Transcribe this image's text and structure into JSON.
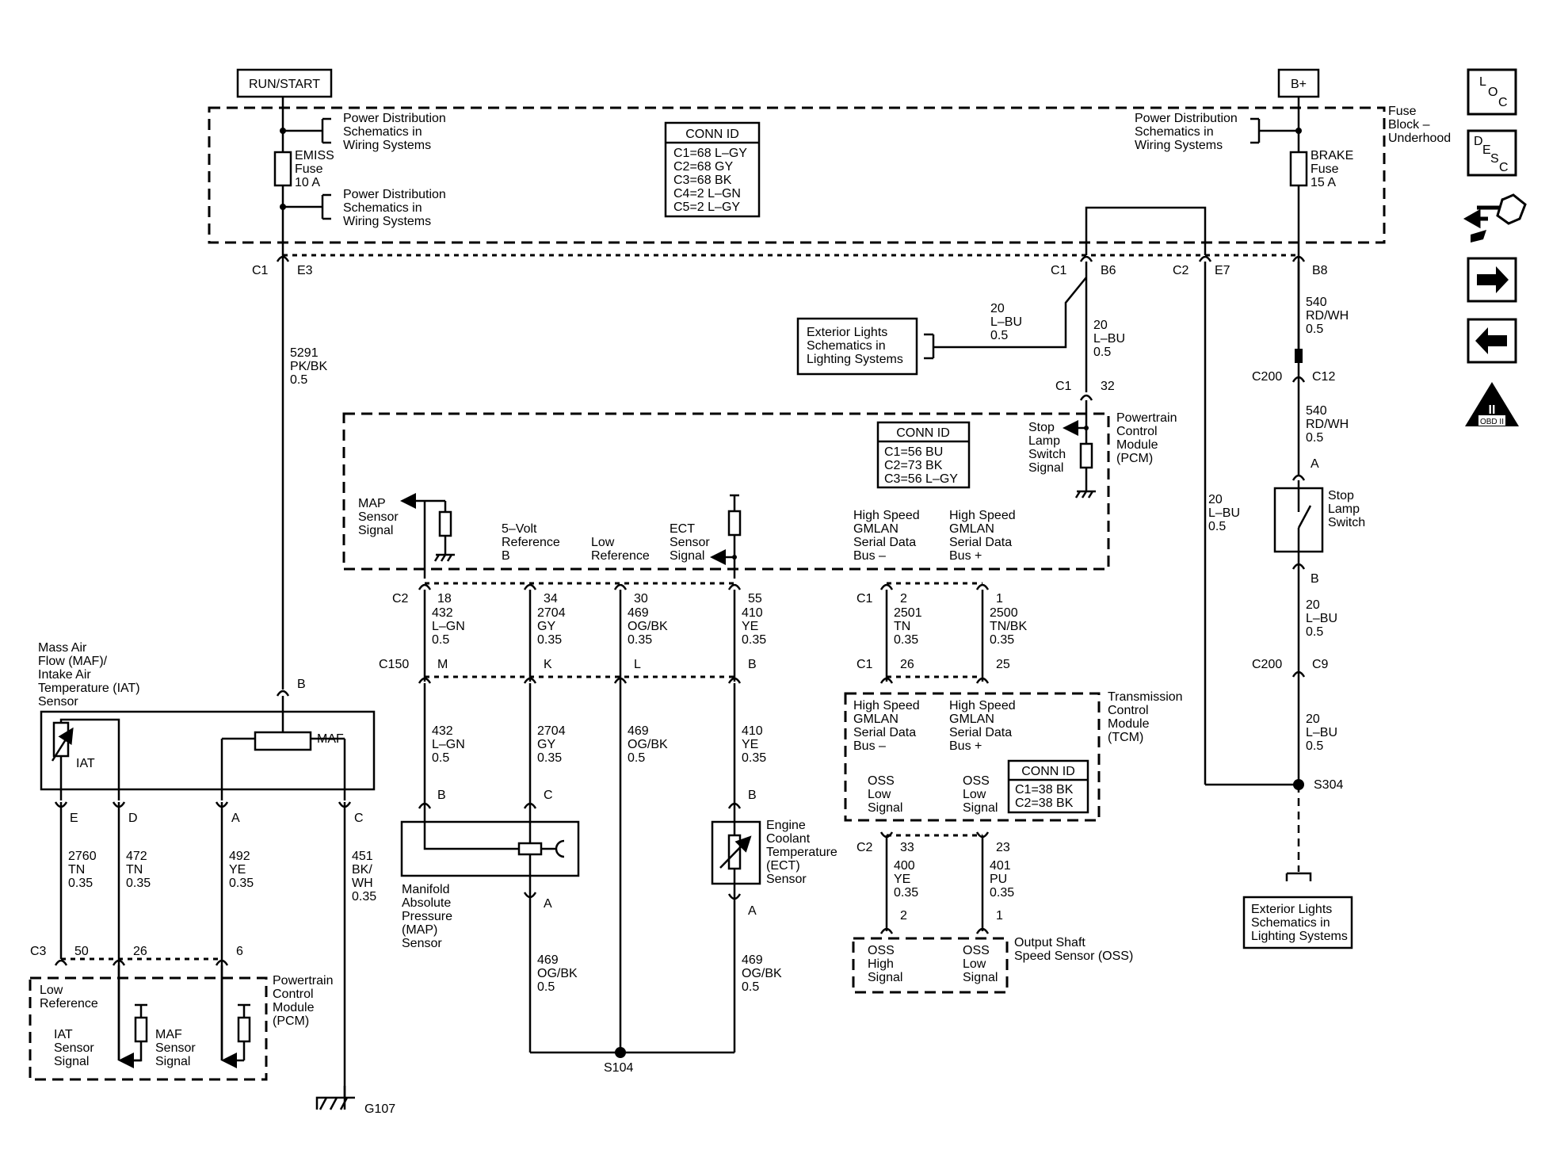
{
  "power": {
    "run_start": "RUN/START",
    "b_plus": "B+"
  },
  "fuse_block": {
    "title": [
      "Fuse",
      "Block –",
      "Underhood"
    ],
    "conn_id": {
      "title": "CONN ID",
      "lines": [
        "C1=68 L–GY",
        "C2=68 GY",
        "C3=68 BK",
        "C4=2 L–GN",
        "C5=2 L–GY"
      ]
    },
    "pd_ref_1": [
      "Power Distribution",
      "Schematics in",
      "Wiring Systems"
    ],
    "pd_ref_2": [
      "Power Distribution",
      "Schematics in",
      "Wiring Systems"
    ],
    "pd_ref_3": [
      "Power Distribution",
      "Schematics in",
      "Wiring Systems"
    ],
    "emiss_fuse": [
      "EMISS",
      "Fuse",
      "10 A"
    ],
    "brake_fuse": [
      "BRAKE",
      "Fuse",
      "15 A"
    ]
  },
  "connectors": {
    "c1": "C1",
    "e3": "E3",
    "b6": "B6",
    "c2": "C2",
    "e7": "E7",
    "b8": "B8",
    "c200a": "C200",
    "c12": "C12",
    "c200b": "C200",
    "c9": "C9",
    "c1_32": "C1",
    "pin32": "32",
    "c3": "C3",
    "c150": "C150",
    "s104": "S104",
    "s304": "S304",
    "g107": "G107"
  },
  "wires": {
    "w5291": [
      "5291",
      "PK/BK",
      "0.5"
    ],
    "w20a": [
      "20",
      "L–BU",
      "0.5"
    ],
    "w20b": [
      "20",
      "L–BU",
      "0.5"
    ],
    "w540a": [
      "540",
      "RD/WH",
      "0.5"
    ],
    "w540b": [
      "540",
      "RD/WH",
      "0.5"
    ],
    "w20c": [
      "20",
      "L–BU",
      "0.5"
    ],
    "w20d": [
      "20",
      "L–BU",
      "0.5"
    ],
    "w20e": [
      "20",
      "L–BU",
      "0.5"
    ],
    "w432a": [
      "432",
      "L–GN",
      "0.5"
    ],
    "w2704a": [
      "2704",
      "GY",
      "0.35"
    ],
    "w469a": [
      "469",
      "OG/BK",
      "0.35"
    ],
    "w410a": [
      "410",
      "YE",
      "0.35"
    ],
    "w432b": [
      "432",
      "L–GN",
      "0.5"
    ],
    "w2704b": [
      "2704",
      "GY",
      "0.35"
    ],
    "w469b": [
      "469",
      "OG/BK",
      "0.5"
    ],
    "w410b": [
      "410",
      "YE",
      "0.35"
    ],
    "w469c": [
      "469",
      "OG/BK",
      "0.5"
    ],
    "w469d": [
      "469",
      "OG/BK",
      "0.5"
    ],
    "w2501": [
      "2501",
      "TN",
      "0.35"
    ],
    "w2500": [
      "2500",
      "TN/BK",
      "0.35"
    ],
    "w400": [
      "400",
      "YE",
      "0.35"
    ],
    "w401": [
      "401",
      "PU",
      "0.35"
    ],
    "w2760": [
      "2760",
      "TN",
      "0.35"
    ],
    "w472": [
      "472",
      "TN",
      "0.35"
    ],
    "w492": [
      "492",
      "YE",
      "0.35"
    ],
    "w451": [
      "451",
      "BK/",
      "WH",
      "0.35"
    ]
  },
  "ext_lights_1": [
    "Exterior Lights",
    "Schematics in",
    "Lighting Systems"
  ],
  "ext_lights_2": [
    "Exterior Lights",
    "Schematics in",
    "Lighting Systems"
  ],
  "pcm_top": {
    "title": [
      "Powertrain",
      "Control",
      "Module",
      "(PCM)"
    ],
    "conn_id": {
      "title": "CONN ID",
      "lines": [
        "C1=56 BU",
        "C2=73 BK",
        "C3=56 L–GY"
      ]
    },
    "stop_lamp": [
      "Stop",
      "Lamp",
      "Switch",
      "Signal"
    ],
    "map_signal": [
      "MAP",
      "Sensor",
      "Signal"
    ],
    "five_volt": [
      "5–Volt",
      "Reference",
      "B"
    ],
    "low_ref": [
      "Low",
      "Reference"
    ],
    "ect_signal": [
      "ECT",
      "Sensor",
      "Signal"
    ],
    "hs_minus": [
      "High Speed",
      "GMLAN",
      "Serial Data",
      "Bus –"
    ],
    "hs_plus": [
      "High Speed",
      "GMLAN",
      "Serial Data",
      "Bus +"
    ]
  },
  "tcm": {
    "title": [
      "Transmission",
      "Control",
      "Module",
      "(TCM)"
    ],
    "hs_minus": [
      "High Speed",
      "GMLAN",
      "Serial Data",
      "Bus –"
    ],
    "hs_plus": [
      "High Speed",
      "GMLAN",
      "Serial Data",
      "Bus +"
    ],
    "oss_a": [
      "OSS",
      "Low",
      "Signal"
    ],
    "oss_b": [
      "OSS",
      "Low",
      "Signal"
    ],
    "conn_id": {
      "title": "CONN ID",
      "lines": [
        "C1=38 BK",
        "C2=38 BK"
      ]
    }
  },
  "oss_sensor": {
    "title": [
      "Output Shaft",
      "Speed Sensor (OSS)"
    ],
    "high": [
      "OSS",
      "High",
      "Signal"
    ],
    "low": [
      "OSS",
      "Low",
      "Signal"
    ]
  },
  "stop_lamp_switch": [
    "Stop",
    "Lamp",
    "Switch"
  ],
  "maf": {
    "title": [
      "Mass Air",
      "Flow (MAF)/",
      "Intake Air",
      "Temperature (IAT)",
      "Sensor"
    ],
    "iat": "IAT",
    "maf": "MAF"
  },
  "pcm_bottom": {
    "title": [
      "Powertrain",
      "Control",
      "Module",
      "(PCM)"
    ],
    "low_ref": [
      "Low",
      "Reference"
    ],
    "iat_signal": [
      "IAT",
      "Sensor",
      "Signal"
    ],
    "maf_signal": [
      "MAF",
      "Sensor",
      "Signal"
    ]
  },
  "map_sensor": [
    "Manifold",
    "Absolute",
    "Pressure",
    "(MAP)",
    "Sensor"
  ],
  "ect_sensor": [
    "Engine",
    "Coolant",
    "Temperature",
    "(ECT)",
    "Sensor"
  ],
  "pins": {
    "B_top": "B",
    "B_maf": "B",
    "E": "E",
    "D": "D",
    "A_maf": "A",
    "C_maf": "C",
    "p50": "50",
    "p26": "26",
    "p6": "6",
    "p18": "18",
    "p34": "34",
    "p30": "30",
    "p55": "55",
    "M": "M",
    "K": "K",
    "L": "L",
    "B150": "B",
    "B_map": "B",
    "C_map": "C",
    "A_map": "A",
    "B_ect": "B",
    "A_ect": "A",
    "p2": "2",
    "p1": "1",
    "p26t": "26",
    "p25": "25",
    "p33": "33",
    "p23": "23",
    "p2s": "2",
    "p1s": "1",
    "A_sw": "A",
    "B_sw": "B"
  },
  "sidebar": {
    "loc": [
      "L",
      "O",
      "C"
    ],
    "desc": [
      "D",
      "E",
      "S",
      "C"
    ],
    "obd": [
      "II",
      "OBD II"
    ]
  }
}
